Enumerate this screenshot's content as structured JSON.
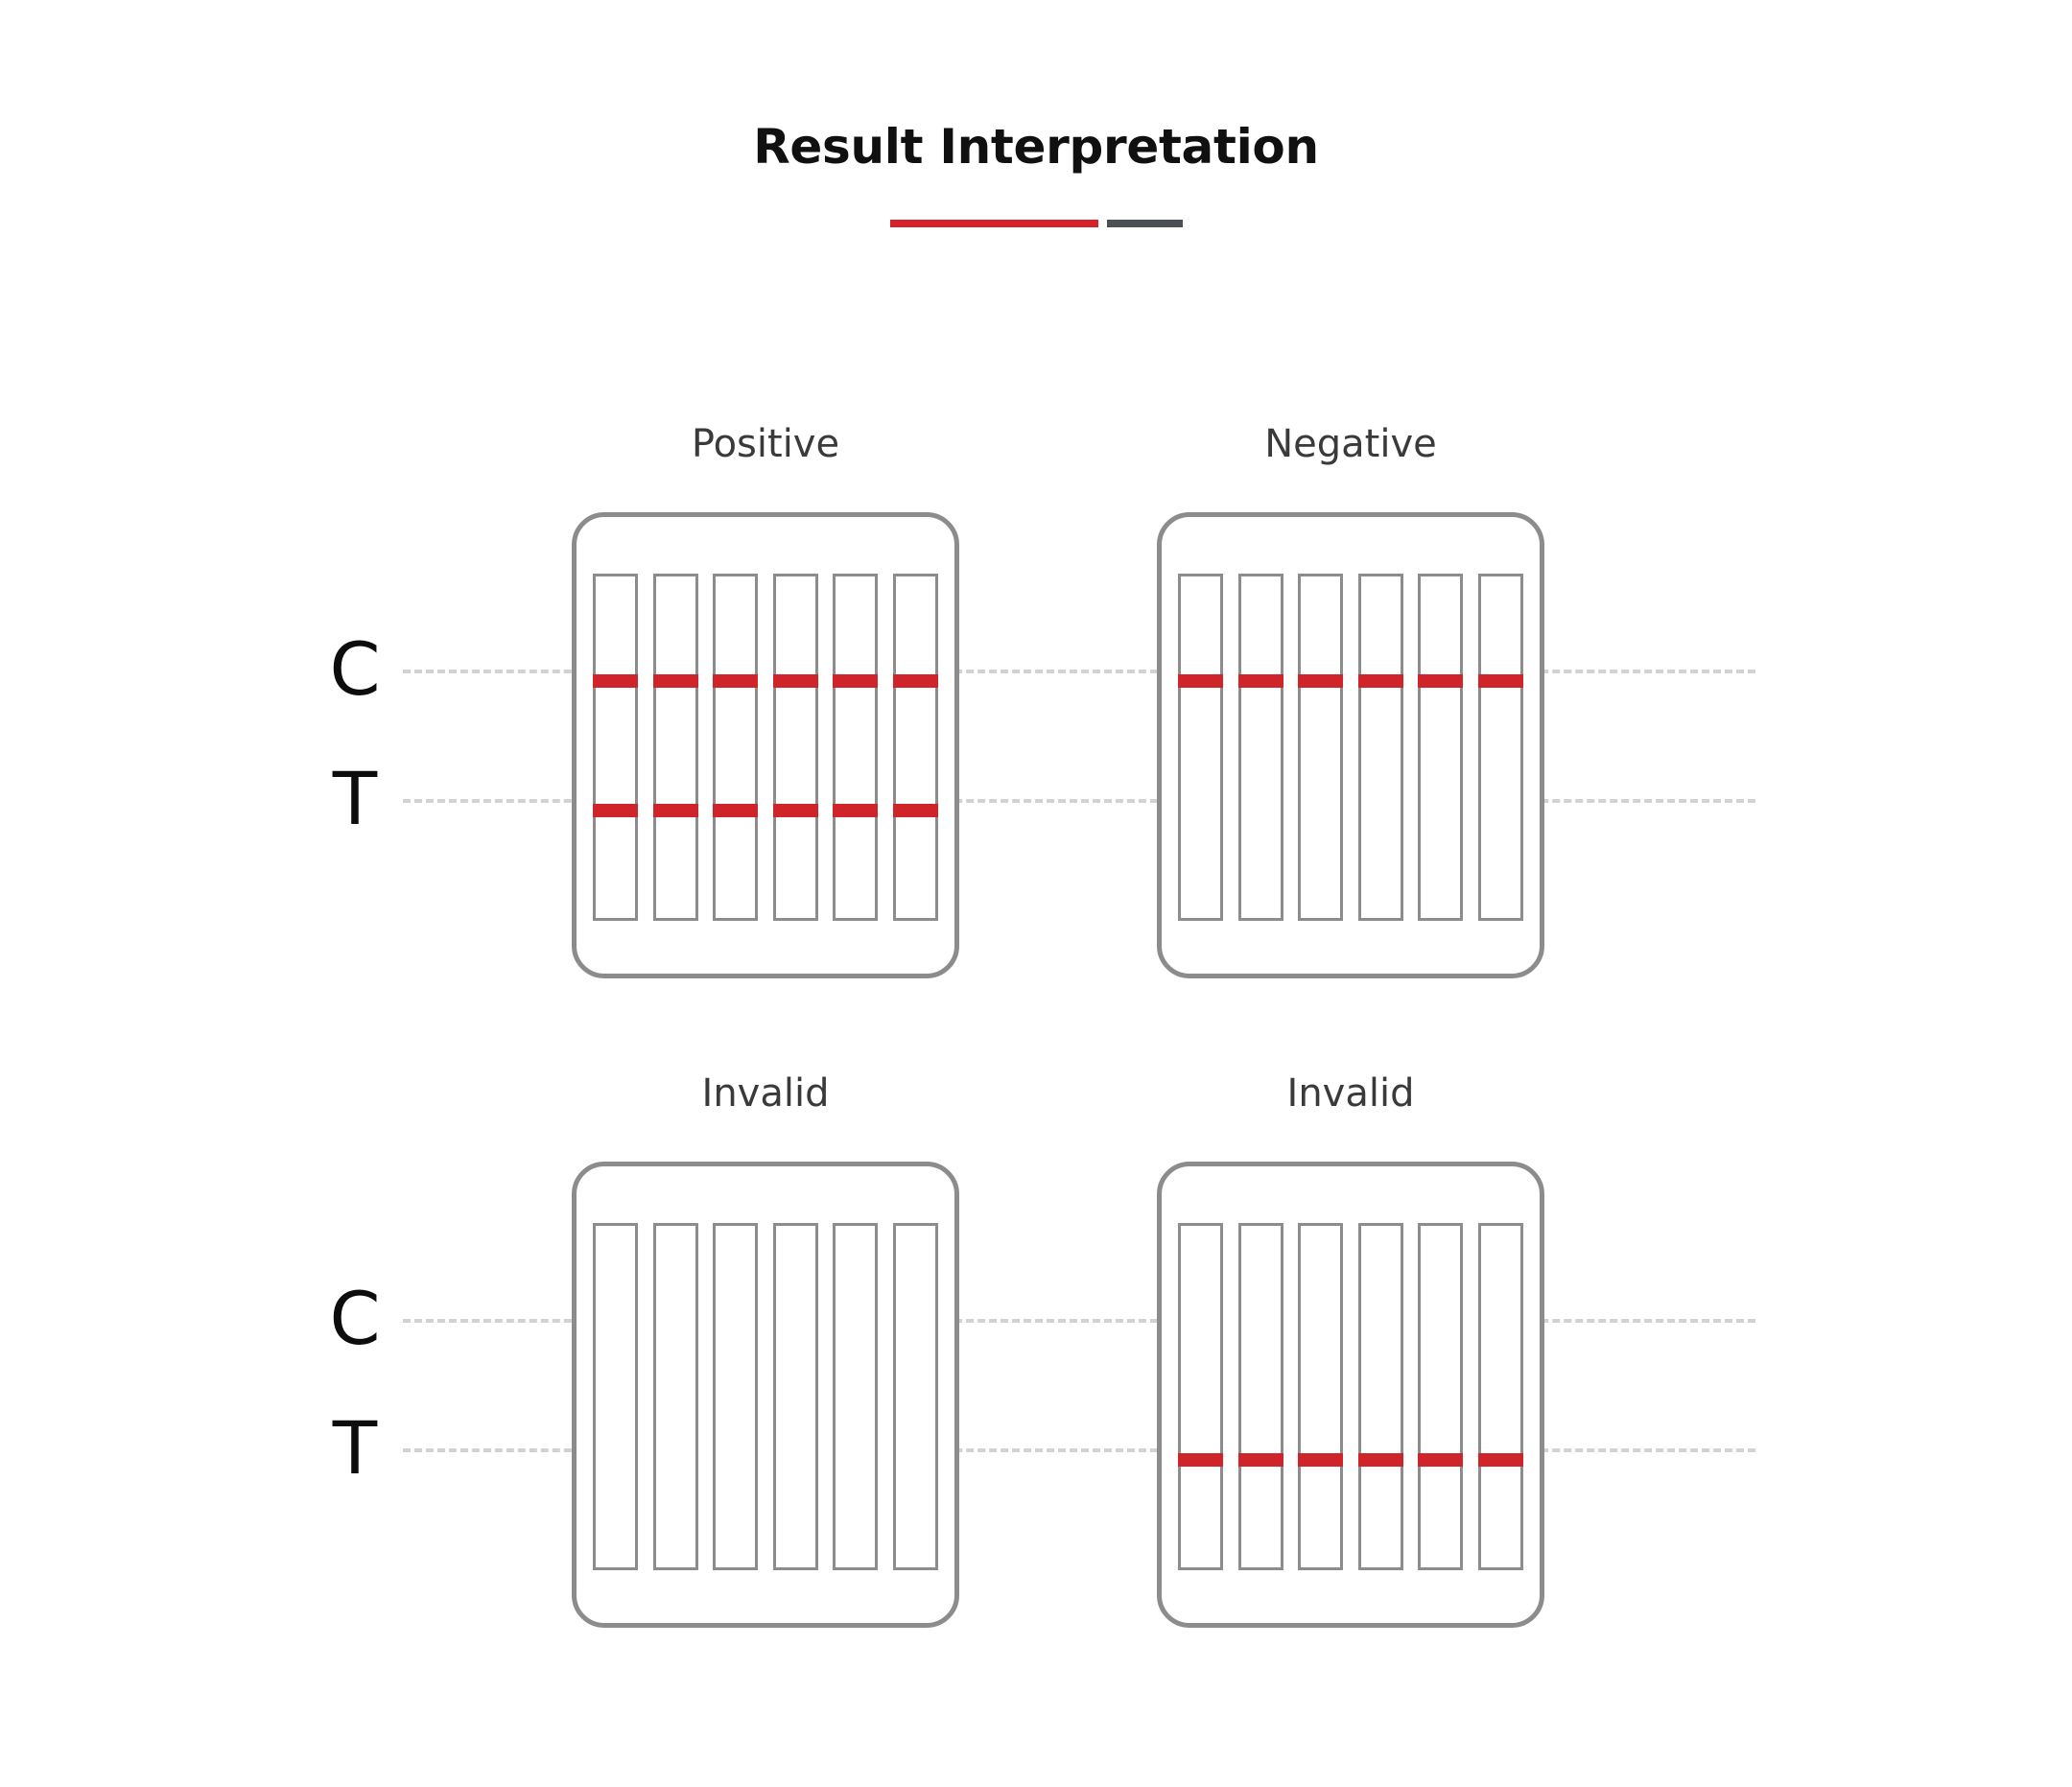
{
  "header": {
    "title": "Result Interpretation",
    "divider": {
      "red_color": "#d6212a",
      "dark_color": "#4b5153"
    }
  },
  "legend": {
    "control_label": "C",
    "test_label": "T"
  },
  "axis_labels": {
    "row1_c": "C",
    "row1_t": "T",
    "row2_c": "C",
    "row2_t": "T"
  },
  "colors": {
    "band_red": "#d0242b",
    "outline_gray": "#8c8c8c",
    "guide_gray": "#d2d2d2",
    "text_dark": "#101010",
    "label_gray": "#3a3a3a",
    "background": "#ffffff"
  },
  "cassettes": [
    {
      "label": "Positive",
      "strip_count": 6,
      "control_line": true,
      "test_line": true
    },
    {
      "label": "Negative",
      "strip_count": 6,
      "control_line": true,
      "test_line": false
    },
    {
      "label": "Invalid",
      "strip_count": 6,
      "control_line": false,
      "test_line": false
    },
    {
      "label": "Invalid",
      "strip_count": 6,
      "control_line": false,
      "test_line": true
    }
  ]
}
